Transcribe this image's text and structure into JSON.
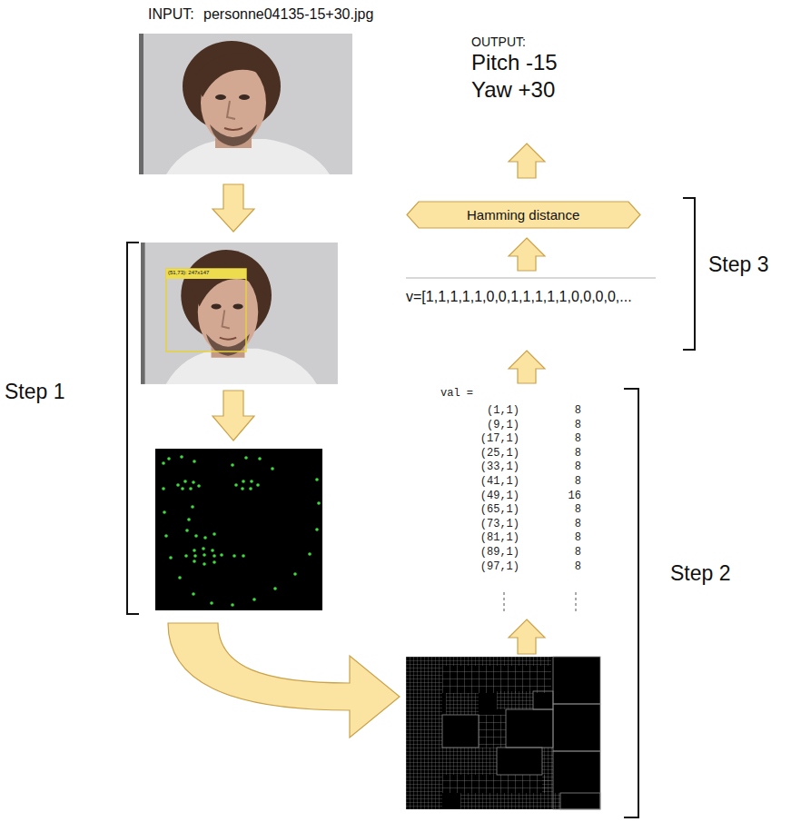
{
  "diagram": {
    "nodes": [
      {
        "text": [
          "Hamming distance"
        ]
      }
    ],
    "labels": [
      "INPUT:",
      "personne04135-15+30.jpg",
      "OUTPUT:",
      "Pitch -15",
      "Yaw +30",
      "Step 3",
      "(51,73): 247x147",
      "v=[1,1,1,1,1,0,0,1,1,1,1,1,0,0,0,0,...",
      "Step 1",
      "Step 2",
      "val =",
      "(1,1)",
      "8",
      "(9,1)",
      "8",
      "(17,1)",
      "8",
      "(25,1)",
      "8",
      "(33,1)",
      "8",
      "(41,1)",
      "8",
      "(49,1)",
      "16",
      "(65,1)",
      "8",
      "(73,1)",
      "8",
      "(81,1)",
      "8",
      "(89,1)",
      "8",
      "(97,1)",
      "8"
    ]
  }
}
